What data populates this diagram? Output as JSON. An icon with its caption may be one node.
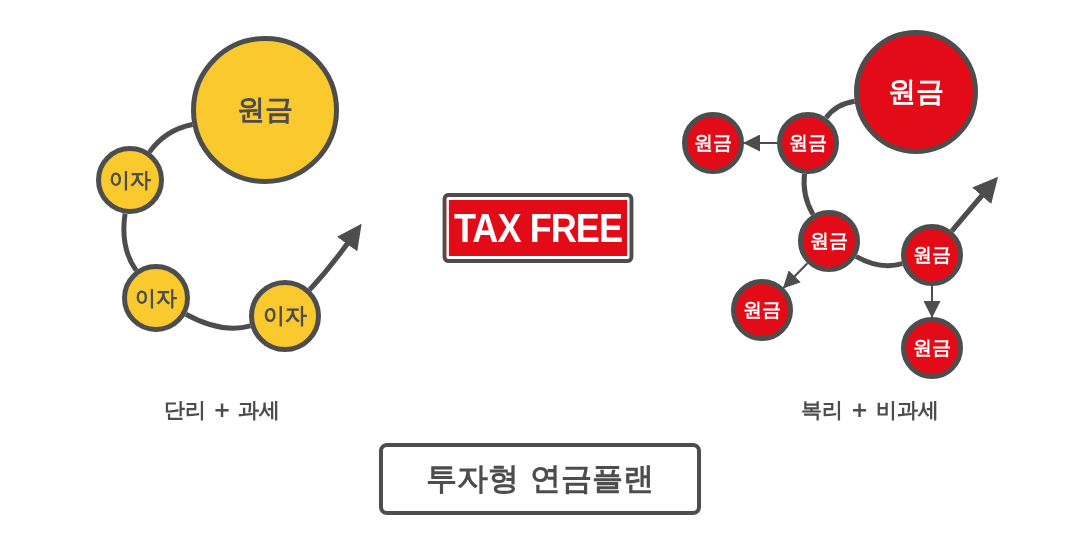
{
  "diagram": {
    "nodes": [
      {
        "text": [
          "원금"
        ]
      },
      {
        "text": [
          "이자"
        ]
      },
      {
        "text": [
          "이자"
        ]
      },
      {
        "text": [
          "이자"
        ]
      },
      {
        "text": [
          "TAX FREE"
        ]
      },
      {
        "text": [
          "원금"
        ]
      },
      {
        "text": [
          "원금"
        ]
      },
      {
        "text": [
          "원금"
        ]
      },
      {
        "text": [
          "원금"
        ]
      },
      {
        "text": [
          "원금"
        ]
      },
      {
        "text": [
          "원금"
        ]
      },
      {
        "text": [
          "원금"
        ]
      },
      {
        "text": [
          "투자형 연금플랜"
        ]
      }
    ],
    "edges": [
      {
        "from": 0,
        "to": 1,
        "arrow": "none"
      },
      {
        "from": 1,
        "to": 2,
        "arrow": "none"
      },
      {
        "from": 2,
        "to": 3,
        "arrow": "none"
      },
      {
        "from": 3,
        "to": null,
        "arrow": "to"
      },
      {
        "from": 5,
        "to": 6,
        "arrow": "none"
      },
      {
        "from": 6,
        "to": 7,
        "arrow": "to"
      },
      {
        "from": 6,
        "to": 8,
        "arrow": "none"
      },
      {
        "from": 8,
        "to": 10,
        "arrow": "none"
      },
      {
        "from": 8,
        "to": 9,
        "arrow": "to"
      },
      {
        "from": 10,
        "to": 11,
        "arrow": "to"
      },
      {
        "from": 10,
        "to": null,
        "arrow": "to"
      }
    ],
    "labels": [
      "단리 + 과세",
      "복리 + 비과세"
    ]
  }
}
